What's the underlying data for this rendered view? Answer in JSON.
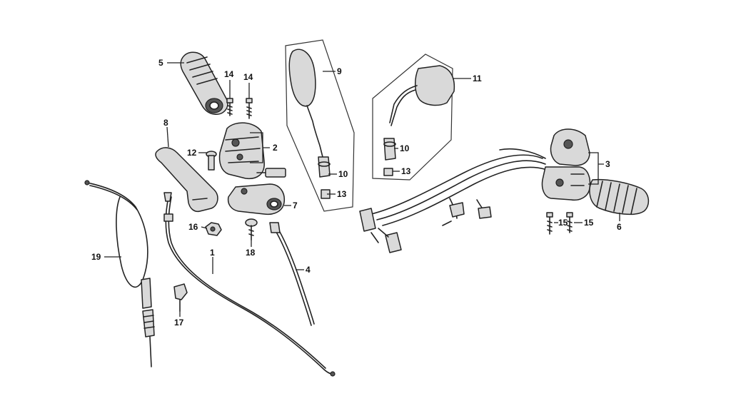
{
  "diagram": {
    "callouts": [
      {
        "id": "c5",
        "label": "5"
      },
      {
        "id": "c14a",
        "label": "14"
      },
      {
        "id": "c14b",
        "label": "14"
      },
      {
        "id": "c8",
        "label": "8"
      },
      {
        "id": "c2",
        "label": "2"
      },
      {
        "id": "c12",
        "label": "12"
      },
      {
        "id": "c7",
        "label": "7"
      },
      {
        "id": "c16",
        "label": "16"
      },
      {
        "id": "c18",
        "label": "18"
      },
      {
        "id": "c19",
        "label": "19"
      },
      {
        "id": "c1",
        "label": "1"
      },
      {
        "id": "c17",
        "label": "17"
      },
      {
        "id": "c4",
        "label": "4"
      },
      {
        "id": "c9",
        "label": "9"
      },
      {
        "id": "c10a",
        "label": "10"
      },
      {
        "id": "c13a",
        "label": "13"
      },
      {
        "id": "c11",
        "label": "11"
      },
      {
        "id": "c10b",
        "label": "10"
      },
      {
        "id": "c13b",
        "label": "13"
      },
      {
        "id": "c3",
        "label": "3"
      },
      {
        "id": "c15a",
        "label": "15"
      },
      {
        "id": "c15b",
        "label": "15"
      },
      {
        "id": "c6",
        "label": "6"
      }
    ]
  }
}
